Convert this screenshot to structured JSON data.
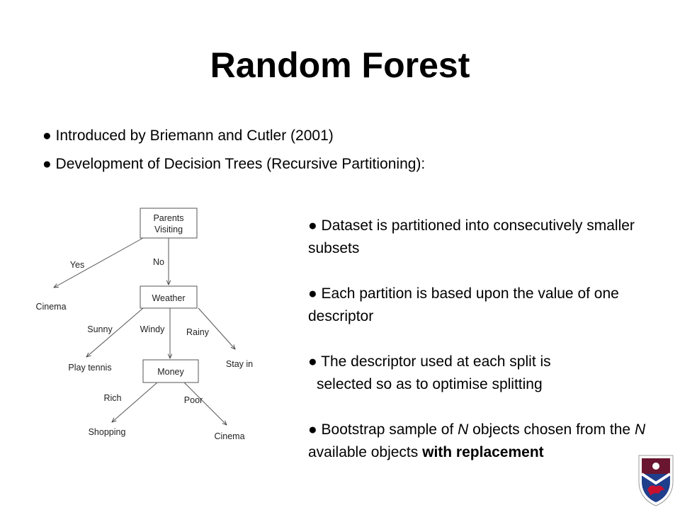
{
  "slide": {
    "title": "Random Forest",
    "bullet_symbol": "●",
    "intro_bullets": [
      "Introduced by Briemann and Cutler (2001)",
      "Development of Decision Trees (Recursive Partitioning):"
    ],
    "points": {
      "p1": {
        "text": "Dataset is partitioned into consecutively smaller subsets"
      },
      "p2": {
        "text": "Each partition is based upon the value of one descriptor"
      },
      "p3": {
        "line1": "The descriptor used at each split is",
        "line2": "selected so as to optimise splitting"
      },
      "p4": {
        "a": "Bootstrap sample of ",
        "n1": "N",
        "b": " objects chosen from the ",
        "n2": "N",
        "c": " available objects ",
        "emph": "with replacement"
      }
    }
  },
  "tree": {
    "nodes": {
      "parents": [
        "Parents",
        "Visiting"
      ],
      "weather": "Weather",
      "money": "Money"
    },
    "leaves": {
      "cinema_1": "Cinema",
      "play_tennis": "Play tennis",
      "stay_in": "Stay in",
      "shopping": "Shopping",
      "cinema_2": "Cinema"
    },
    "edges": {
      "yes": "Yes",
      "no": "No",
      "sunny": "Sunny",
      "windy": "Windy",
      "rainy": "Rainy",
      "rich": "Rich",
      "poor": "Poor"
    }
  },
  "logo": {
    "name": "shield-crest",
    "colors": {
      "border": "#ffffff",
      "upper": "#6a1631",
      "lower": "#1f3e8c",
      "lion": "#c8102e",
      "chevron": "#ffffff"
    }
  }
}
